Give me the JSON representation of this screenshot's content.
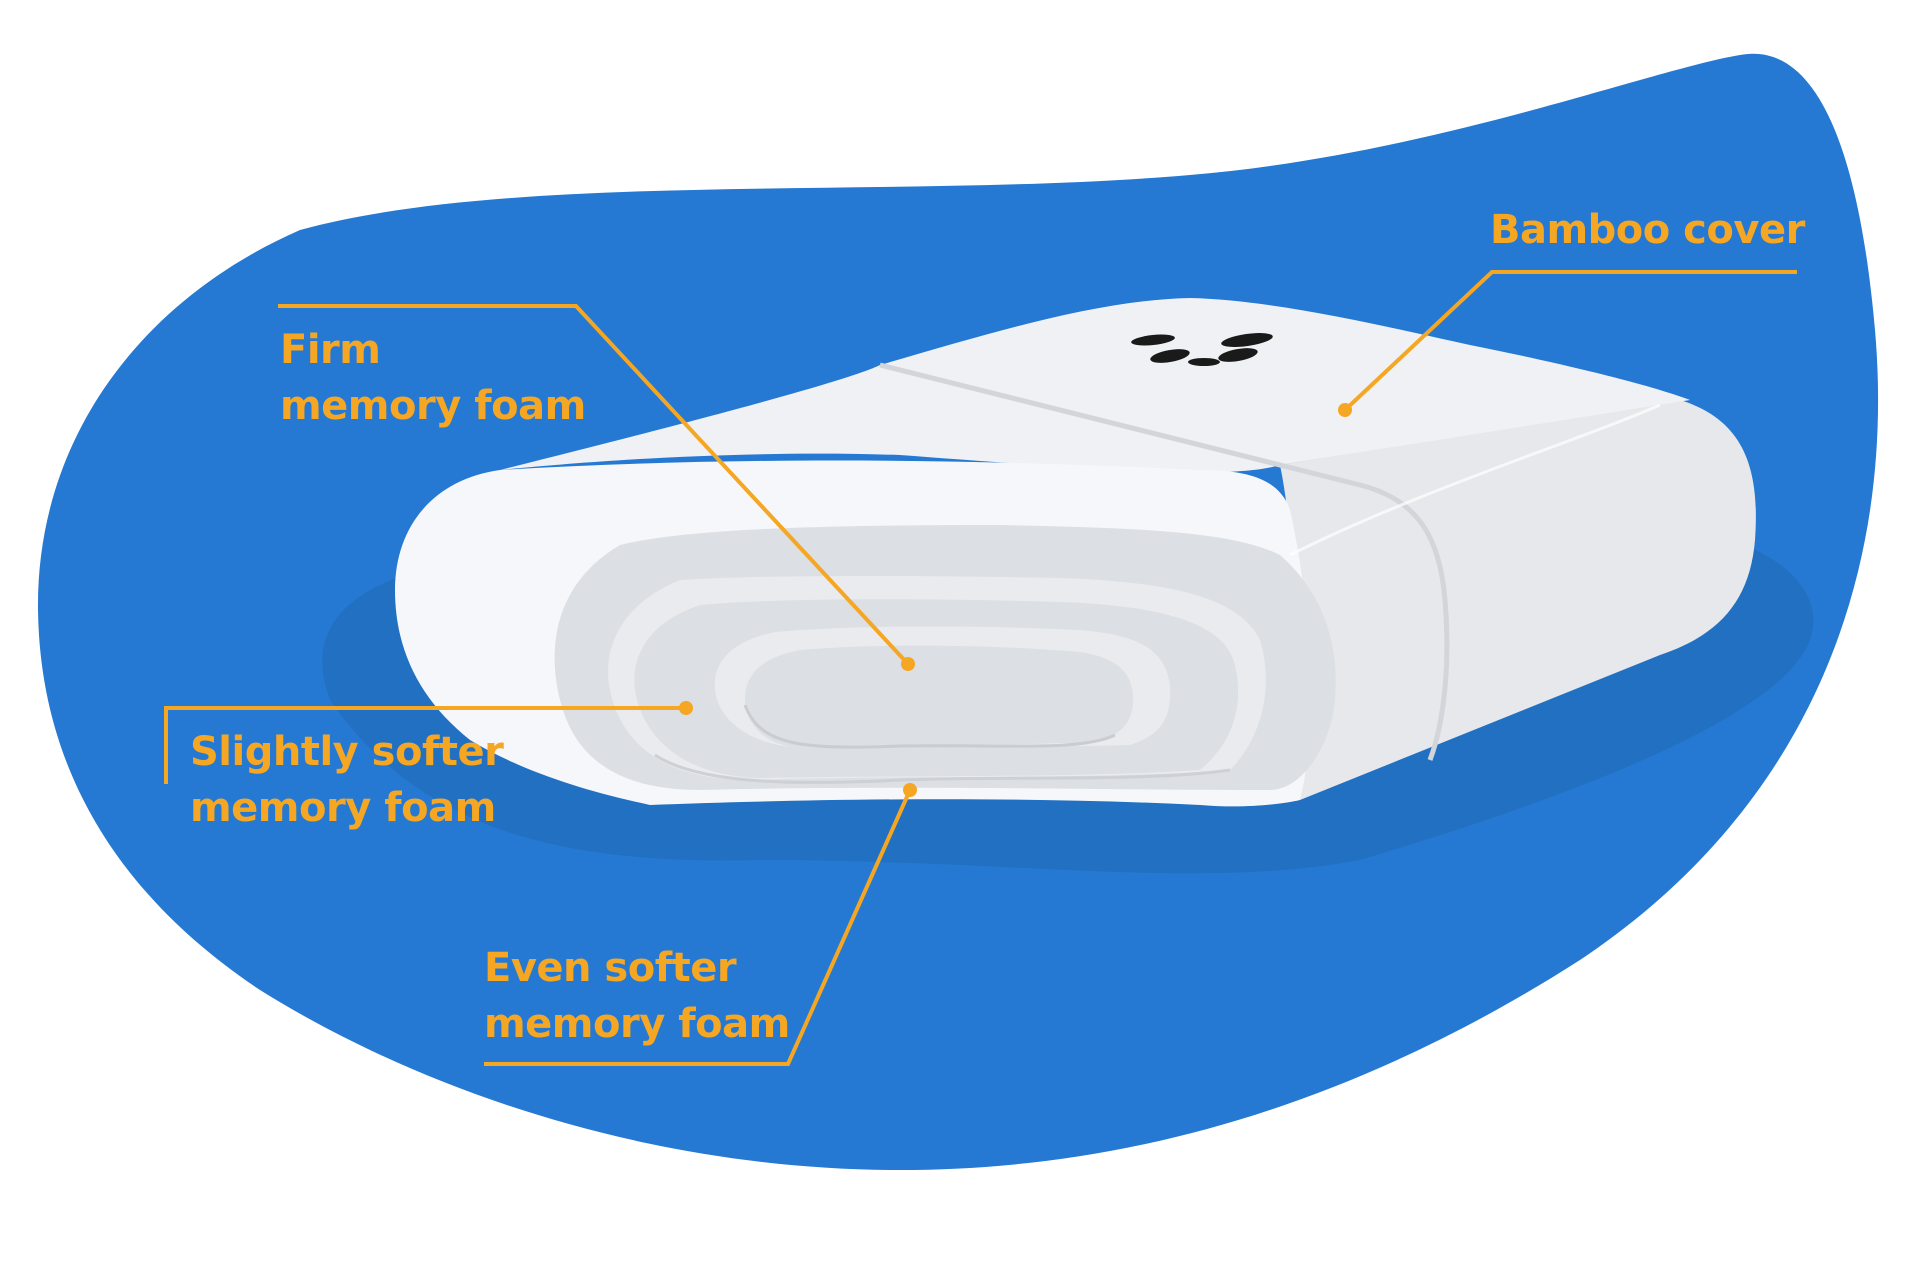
{
  "diagram": {
    "colors": {
      "background_blob": "#2679d2",
      "shadow": "#2170c2",
      "pillow_light": "#f6f7fa",
      "pillow_side": "#e6e8ec",
      "layer_mid": "#dcdfe3",
      "layer_inner": "#e9ebee",
      "callout": "#f5a623"
    },
    "callouts": [
      {
        "id": "bamboo-cover",
        "lines": [
          "Bamboo cover"
        ],
        "icon": "bamboo-leaf-vents"
      },
      {
        "id": "firm-memory-foam",
        "lines": [
          "Firm",
          "memory foam"
        ]
      },
      {
        "id": "slightly-softer-memory-foam",
        "lines": [
          "Slightly softer",
          "memory foam"
        ]
      },
      {
        "id": "even-softer-memory-foam",
        "lines": [
          "Even softer",
          "memory foam"
        ]
      }
    ]
  }
}
